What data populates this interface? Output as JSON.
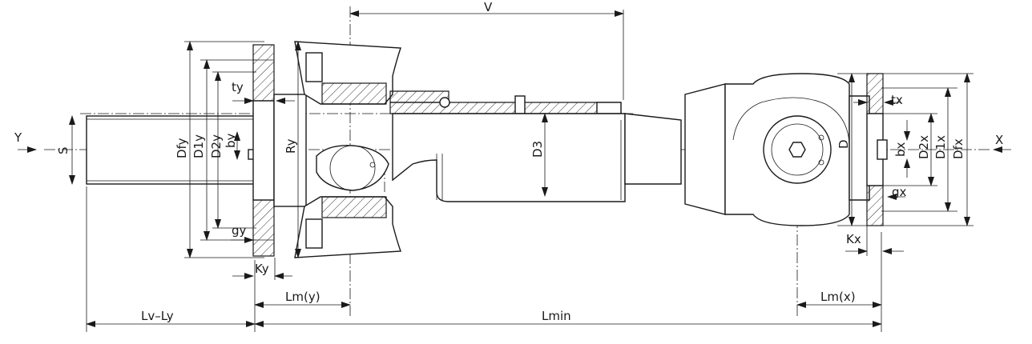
{
  "labels": {
    "V": "V",
    "Y": "Y",
    "X": "X",
    "S": "S",
    "Dfy": "Dfy",
    "D1y": "D1y",
    "D2y": "D2y",
    "by": "by",
    "ty": "ty",
    "Ry": "Ry",
    "gy": "gy",
    "Ky": "Ky",
    "Lm_y": "Lm(y)",
    "Lv_Ly": "Lv–Ly",
    "Lmin": "Lmin",
    "D3": "D3",
    "D": "D",
    "tx": "tx",
    "bx": "bx",
    "D2x": "D2x",
    "D1x": "D1x",
    "Dfx": "Dfx",
    "gx": "gx",
    "Kx": "Kx",
    "Lm_x": "Lm(x)"
  },
  "colors": {
    "line": "#1a1a1a",
    "background": "#ffffff"
  }
}
